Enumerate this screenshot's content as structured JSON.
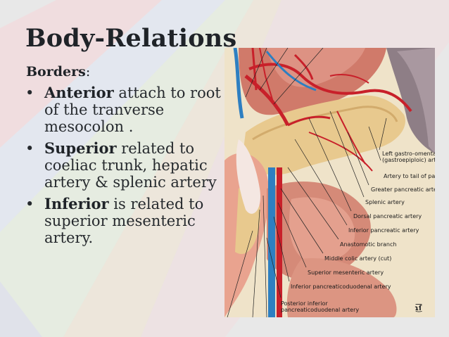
{
  "slide": {
    "title": "Body-Relations",
    "subtitle_bold": "Borders",
    "subtitle_rest": ":",
    "bullet_char": "•",
    "bullets": [
      {
        "bold": "Anterior",
        "text": " attach to root of the tranverse mesocolon ."
      },
      {
        "bold": "Superior",
        "text": " related to coeliac trunk, hepatic artery & splenic artery"
      },
      {
        "bold": "Inferior",
        "text": "  is related to superior mesenteric artery."
      }
    ]
  },
  "figure": {
    "labels": {
      "l1a": "Left gastro-omental",
      "l1b": "(gastroepiploic) artery",
      "l2": "Artery to tail of pancreas",
      "l3": "Greater pancreatic artery",
      "l4": "Splenic artery",
      "l5": "Dorsal pancreatic artery",
      "l6": "Inferior pancreatic artery",
      "l7": "Anastomotic branch",
      "l8": "Middle colic artery (cut)",
      "l9": "Superior mesenteric artery",
      "l10": "Inferior pancreaticoduodenal artery",
      "l11a": "Posterior inferior",
      "l11b": "pancreaticoduodenal artery"
    },
    "logo": "ɿ͜͞ſ"
  },
  "colors": {
    "title": "#1f2328",
    "artery_red": "#c8202a",
    "vein_blue": "#2e7fc1",
    "pancreas": "#e8c98e",
    "bg_stripes": [
      "#f2d3d6",
      "#dbe4f2",
      "#e6f0da",
      "#efe0c9"
    ]
  }
}
